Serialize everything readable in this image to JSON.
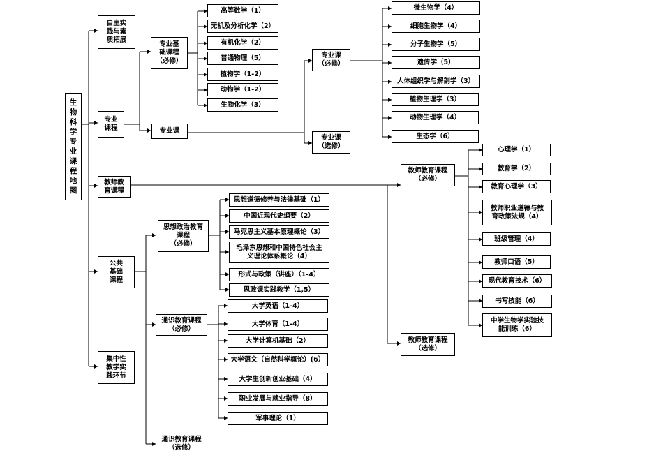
{
  "root": "生\n物\n科\n学\n专\n业\n课\n程\n地\n图",
  "level1": {
    "zizhu": "自主实\n践与素\n质拓展",
    "zhuanye": "专业\n课程",
    "jiaoshi": "教师教\n育课程",
    "gonggong": "公共\n基础\n课程",
    "jizhong": "集中性\n教学实\n践环节"
  },
  "zhuanye": {
    "jichu": "专业基\n础课程\n（必修）",
    "ke": "专业课",
    "jichu_courses": [
      "高等数学（1）",
      "无机及分析化学（2）",
      "有机化学（2）",
      "普通物理（5）",
      "植物学（1-2）",
      "动物学（1-2）",
      "生物化学（3）"
    ],
    "bixiu": "专业课\n（必修）",
    "xuanxiu": "专业课\n（选修）",
    "bixiu_courses": [
      "微生物学（4）",
      "细胞生物学（4）",
      "分子生物学（5）",
      "遗传学（5）",
      "人体组织学与解剖学（3）",
      "植物生理学（3）",
      "动物生理学（4）",
      "生态学（6）"
    ]
  },
  "jiaoshi": {
    "bixiu": "教师教育课程\n（必修）",
    "xuanxiu": "教师教育课程\n（选修）",
    "courses": [
      "心理学（1）",
      "教育学（2）",
      "教育心理学（3）",
      "教师职业道德与教\n育政策法规（4）",
      "班级管理（4）",
      "教师口语（5）",
      "现代教育技术（6）",
      "书写技能（6）",
      "中学生物学实验技\n能训练（6）"
    ]
  },
  "gonggong": {
    "sizheng": "思想政治教育\n课程\n（必修）",
    "tongshi_bixiu": "通识教育课程\n（必修）",
    "tongshi_xuanxiu": "通识教育课程\n（选修）",
    "sizheng_courses": [
      "思想道德修养与法律基础（1）",
      "中国近现代史纲要（2）",
      "马克思主义基本原理概论（3）",
      "毛泽东思想和中国特色社会主\n义理论体系概论（4）",
      "形式与政策（讲座）（1-4）",
      "思政课实践教学（1,5）"
    ],
    "tongshi_courses": [
      "大学英语（1-4）",
      "大学体育（1-4）",
      "大学计算机基础（2）",
      "大学语文（自然科学概论）(6）",
      "大学生创新创业基础（4）",
      "职业发展与就业指导（8）",
      "军事理论（1）"
    ]
  }
}
